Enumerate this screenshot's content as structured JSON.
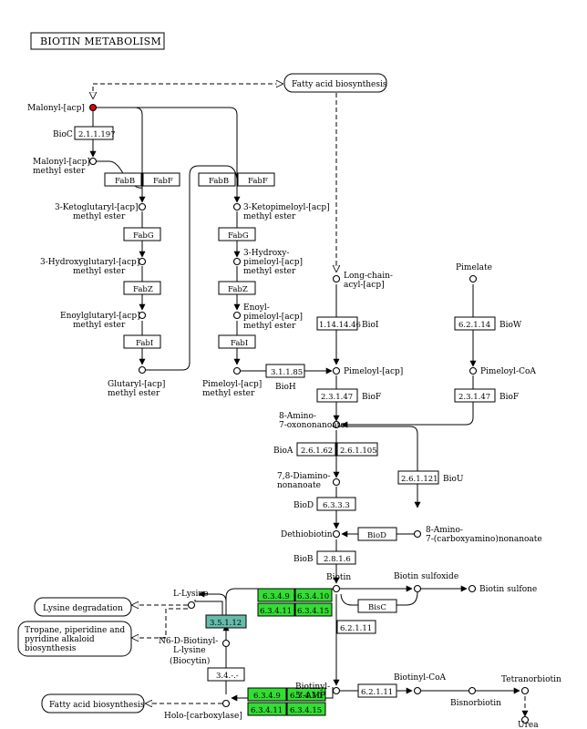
{
  "title": "BIOTIN METABOLISM",
  "compounds": {
    "malonyl_acp": "Malonyl-[acp]",
    "malonyl_me1": "Malonyl-[acp]",
    "malonyl_me2": "methyl ester",
    "ketoglut1": "3-Ketoglutaryl-[acp]",
    "ketoglut2": "methyl ester",
    "hydroxyglut1": "3-Hydroxyglutaryl-[acp]",
    "hydroxyglut2": "methyl ester",
    "enoylglut1": "Enoylglutaryl-[acp]",
    "enoylglut2": "methyl ester",
    "glutaryl1": "Glutaryl-[acp]",
    "glutaryl2": "methyl ester",
    "ketopim1": "3-Ketopimeloyl-[acp]",
    "ketopim2": "methyl ester",
    "hydroxypim1": "3-Hydroxy-",
    "hydroxypim2": "pimeloyl-[acp]",
    "hydroxypim3": "methyl ester",
    "enoylpim1": "Enoyl-",
    "enoylpim2": "pimeloyl-[acp]",
    "enoylpim3": "methyl ester",
    "pimeloyl_me1": "Pimeloyl-[acp]",
    "pimeloyl_me2": "methyl ester",
    "longchain1": "Long-chain-",
    "longchain2": "acyl-[acp]",
    "pimeloyl_acp": "Pimeloyl-[acp]",
    "pimelate": "Pimelate",
    "pimeloyl_coa": "Pimeloyl-CoA",
    "amino_oxo1": "8-Amino-",
    "amino_oxo2": "7-oxononanoate",
    "diamino1": "7,8-Diamino-",
    "diamino2": "nonanoate",
    "carboxyamino1": "8-Amino-",
    "carboxyamino2": "7-(carboxyamino)nonanoate",
    "dethiobiotin": "Dethiobiotin",
    "biotin": "Biotin",
    "biotin_sulfoxide": "Biotin sulfoxide",
    "biotin_sulfone": "Biotin sulfone",
    "l_lysine": "L-Lysine",
    "biocytin1": "N6-D-Biotinyl-",
    "biocytin2": "L-lysine",
    "biocytin3": "(Biocytin)",
    "biotinyl_amp1": "Biotinyl-",
    "biotinyl_amp2": "5'-AMP",
    "biotinyl_coa": "Biotinyl-CoA",
    "bisnorbiotin": "Bisnorbiotin",
    "tetranorbiotin": "Tetranorbiotin",
    "urea": "Urea",
    "holo": "Holo-[carboxylase]"
  },
  "pathways": {
    "fatty_top": "Fatty acid biosynthesis",
    "lysine_deg": "Lysine degradation",
    "tropane1": "Tropane, piperidine and",
    "tropane2": "pyridine alkaloid",
    "tropane3": "biosynthesis",
    "fatty_bottom": "Fatty acid biosynthesis"
  },
  "enzymes": {
    "bioc_ec": "2.1.1.197",
    "fabb1": "FabB",
    "fabf1": "FabF",
    "fabg1": "FabG",
    "fabz1": "FabZ",
    "fabi1": "FabI",
    "fabb2": "FabB",
    "fabf2": "FabF",
    "fabg2": "FabG",
    "fabz2": "FabZ",
    "fabi2": "FabI",
    "bioh_ec": "3.1.1.85",
    "bioi_ec": "1.14.14.46",
    "biof1_ec": "2.3.1.47",
    "biow_ec": "6.2.1.14",
    "biof2_ec": "2.3.1.47",
    "bioa_ec1": "2.6.1.62",
    "bioa_ec2": "2.6.1.105",
    "biou_ec": "2.6.1.121",
    "biod_ec": "6.3.3.3",
    "biod_box": "BioD",
    "biob_ec": "2.8.1.6",
    "bisc": "BisC",
    "ec35112": "3.5.1.12",
    "g1a": "6.3.4.9",
    "g1b": "6.3.4.10",
    "g1c": "6.3.4.11",
    "g1d": "6.3.4.15",
    "ec6211a": "6.2.1.11",
    "ec6211b": "6.2.1.11",
    "ec34": "3.4.-.-",
    "g2a": "6.3.4.9",
    "g2b": "6.3.4.10",
    "g2c": "6.3.4.11",
    "g2d": "6.3.4.15"
  },
  "gene_labels": {
    "bioc": "BioC",
    "bioh": "BioH",
    "bioi": "BioI",
    "biof1": "BioF",
    "biow": "BioW",
    "biof2": "BioF",
    "bioa": "BioA",
    "biou": "BioU",
    "biod": "BioD",
    "biob": "BioB"
  },
  "colors": {
    "highlight_green": "#33dd33",
    "teal": "#66bbaa",
    "red_compound": "#e00000"
  }
}
